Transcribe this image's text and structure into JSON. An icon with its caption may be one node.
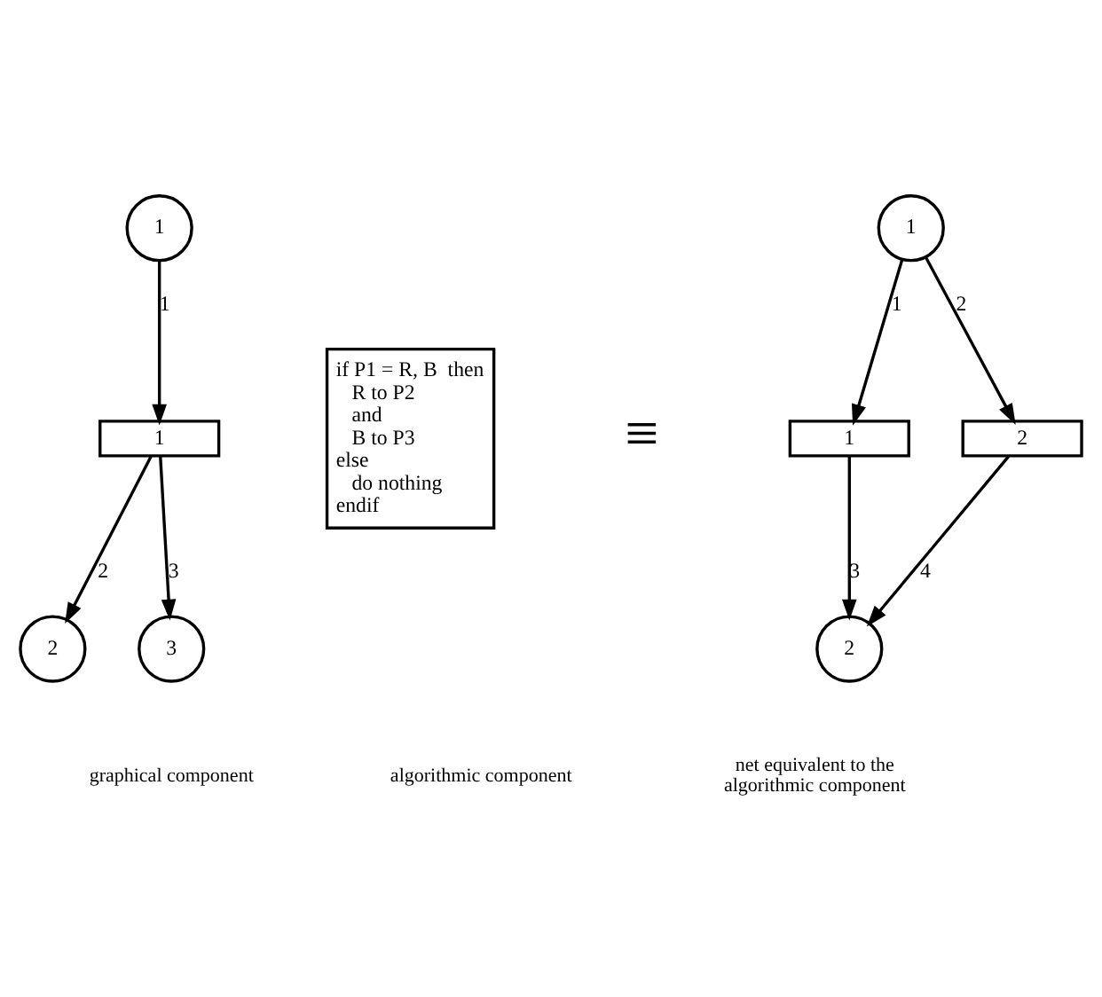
{
  "diagram": {
    "nodes": [
      {
        "text": [
          "1"
        ]
      },
      {
        "text": [
          "1"
        ]
      },
      {
        "text": [
          "2"
        ]
      },
      {
        "text": [
          "3"
        ]
      },
      {
        "text": [
          "if P1 = R, B  then",
          "R to P2",
          "and",
          "B to P3",
          "else",
          "do nothing",
          "endif"
        ]
      },
      {
        "text": [
          "1"
        ]
      },
      {
        "text": [
          "1"
        ]
      },
      {
        "text": [
          "2"
        ]
      },
      {
        "text": [
          "2"
        ]
      }
    ],
    "edges": [
      {
        "from": 0,
        "to": 1,
        "arrow": "to",
        "label": "1"
      },
      {
        "from": 1,
        "to": 2,
        "arrow": "to",
        "label": "2"
      },
      {
        "from": 1,
        "to": 3,
        "arrow": "to",
        "label": "3"
      },
      {
        "from": 5,
        "to": 6,
        "arrow": "to",
        "label": "1"
      },
      {
        "from": 5,
        "to": 7,
        "arrow": "to",
        "label": "2"
      },
      {
        "from": 6,
        "to": 8,
        "arrow": "to",
        "label": "3"
      },
      {
        "from": 7,
        "to": 8,
        "arrow": "to",
        "label": "4"
      }
    ],
    "labels": [
      "≡",
      "graphical component",
      "algorithmic component",
      "net equivalent to the algorithmic component"
    ]
  }
}
